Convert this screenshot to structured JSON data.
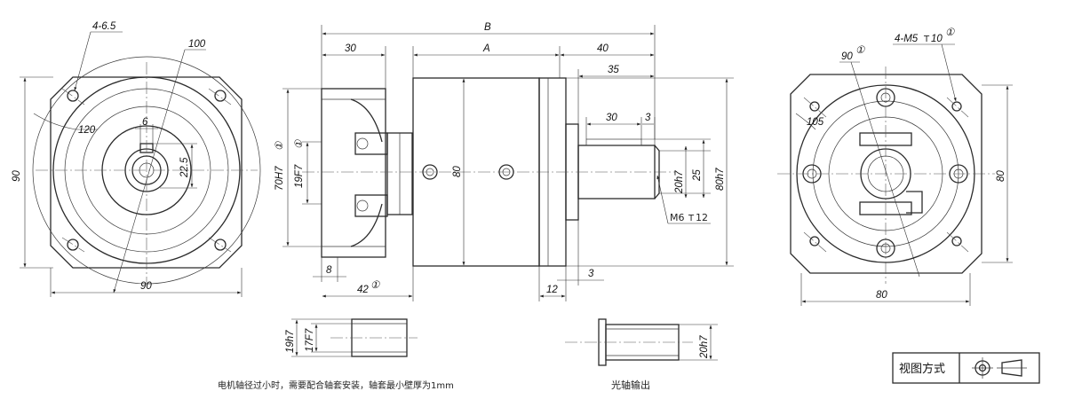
{
  "left_view": {
    "hole_pattern": "4-6.5",
    "pcd": "100",
    "outer_dia": "120",
    "key_width": "6",
    "key_depth": "22.5",
    "height": "90",
    "width": "90"
  },
  "side_view": {
    "overall_length": "B",
    "body_length": "A",
    "input_length": "30",
    "output_length": "40",
    "shaft_length": "35",
    "key_length": "30",
    "key_offset": "3",
    "pilot_bore": "70H7",
    "input_bore": "19F7",
    "body_dia": "80",
    "shaft_dia": "20h7",
    "key_height": "25",
    "spigot_dia": "80h7",
    "tap_thread": "M6",
    "tap_depth": "12",
    "input_step": "8",
    "input_depth": "42",
    "flange_thk": "12",
    "spigot_step": "3",
    "circled_marker": "①"
  },
  "right_view": {
    "tap_pattern": "4-M5",
    "tap_depth": "10",
    "angle": "90",
    "pcd": "105",
    "height": "80",
    "width": "80"
  },
  "sleeve_detail": {
    "outer": "19h7",
    "inner": "17F7",
    "note": "电机轴径过小时，需要配合轴套安装，轴套最小壁厚为1mm"
  },
  "shaft_detail": {
    "dia": "20h7",
    "label": "光轴输出"
  },
  "title_block": {
    "label": "视图方式"
  }
}
